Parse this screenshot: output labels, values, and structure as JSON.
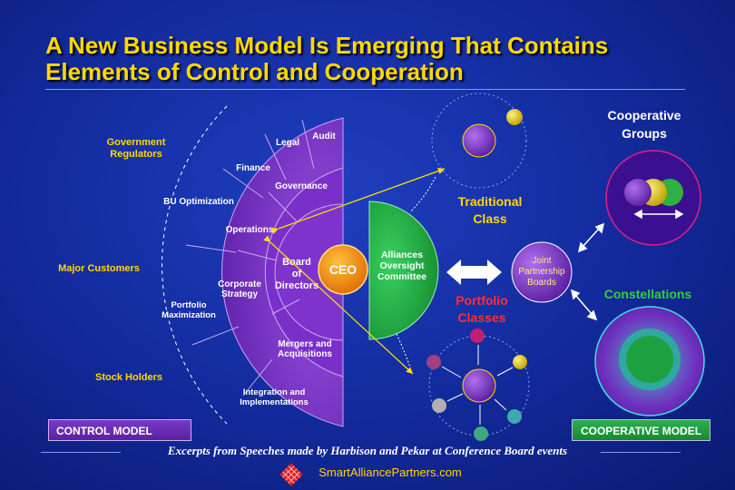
{
  "title": "A New Business Model Is Emerging That Contains Elements of Control and Cooperation",
  "left_labels": {
    "government": "Government\nRegulators",
    "customers": "Major Customers",
    "stockholders": "Stock Holders"
  },
  "rings": {
    "outer": [
      "Audit",
      "Legal",
      "Finance",
      "BU Optimization",
      "Portfolio\nMaximization",
      "Integration and\nImplementations"
    ],
    "middle": [
      "Governance",
      "Operations",
      "Corporate\nStrategy",
      "Mergers and\nAcquisitions"
    ],
    "inner": "Board\nof\nDirectors",
    "core": "CEO"
  },
  "alliances": "Alliances\nOversight\nCommittee",
  "traditional": "Traditional\nClass",
  "portfolio": "Portfolio\nClasses",
  "joint": "Joint\nPartnership\nBoards",
  "cooperative_groups": "Cooperative\nGroups",
  "constellations": "Constellations",
  "control_model": "CONTROL MODEL",
  "cooperative_model": "COOPERATIVE  MODEL",
  "footer": "Excerpts from Speeches made by Harbison and Pekar at Conference Board events",
  "site": "SmartAlliancePartners.com",
  "colors": {
    "title": "#ffd800",
    "purple": "#7a2fc8",
    "green": "#1fa83c",
    "orange": "#f08a00",
    "background": "#12299a"
  }
}
